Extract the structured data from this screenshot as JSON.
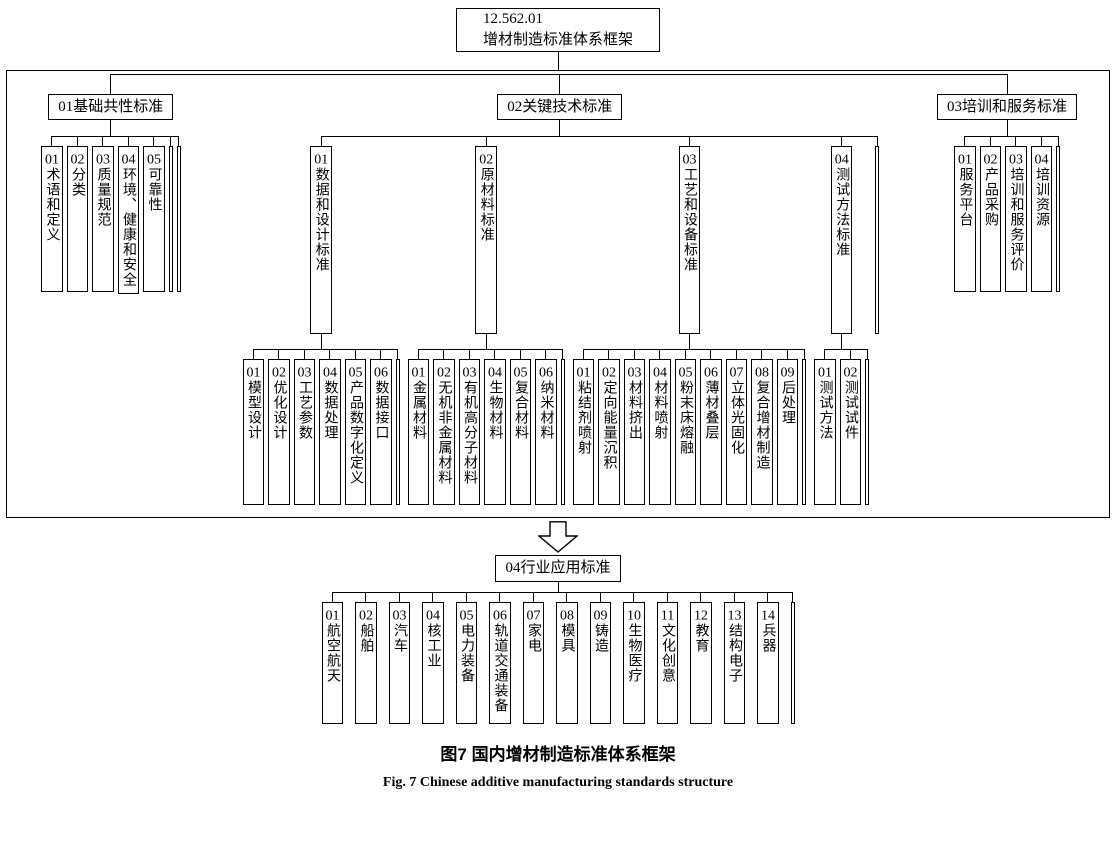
{
  "root": {
    "code": "12.562.01",
    "title": "增材制造标准体系框架"
  },
  "groups": {
    "basic": {
      "label": "01基础共性标准",
      "children": [
        {
          "num": "01",
          "text": "术语和定义"
        },
        {
          "num": "02",
          "text": "分类"
        },
        {
          "num": "03",
          "text": "质量规范"
        },
        {
          "num": "04",
          "text": "环境、健康和安全"
        },
        {
          "num": "05",
          "text": "可靠性"
        },
        {
          "num": "",
          "text": ""
        },
        {
          "num": "",
          "text": ""
        }
      ]
    },
    "key_tech": {
      "label": "02关键技术标准",
      "branches": [
        {
          "num": "01",
          "text": "数据和设计标准",
          "children": [
            {
              "num": "01",
              "text": "模型设计"
            },
            {
              "num": "02",
              "text": "优化设计"
            },
            {
              "num": "03",
              "text": "工艺参数"
            },
            {
              "num": "04",
              "text": "数据处理"
            },
            {
              "num": "05",
              "text": "产品数字化定义"
            },
            {
              "num": "06",
              "text": "数据接口"
            },
            {
              "num": "",
              "text": ""
            }
          ]
        },
        {
          "num": "02",
          "text": "原材料标准",
          "children": [
            {
              "num": "01",
              "text": "金属材料"
            },
            {
              "num": "02",
              "text": "无机非金属材料"
            },
            {
              "num": "03",
              "text": "有机高分子材料"
            },
            {
              "num": "04",
              "text": "生物材料"
            },
            {
              "num": "05",
              "text": "复合材料"
            },
            {
              "num": "06",
              "text": "纳米材料"
            },
            {
              "num": "",
              "text": ""
            }
          ]
        },
        {
          "num": "03",
          "text": "工艺和设备标准",
          "children": [
            {
              "num": "01",
              "text": "粘结剂喷射"
            },
            {
              "num": "02",
              "text": "定向能量沉积"
            },
            {
              "num": "03",
              "text": "材料挤出"
            },
            {
              "num": "04",
              "text": "材料喷射"
            },
            {
              "num": "05",
              "text": "粉末床熔融"
            },
            {
              "num": "06",
              "text": "薄材叠层"
            },
            {
              "num": "07",
              "text": "立体光固化"
            },
            {
              "num": "08",
              "text": "复合增材制造"
            },
            {
              "num": "09",
              "text": "后处理"
            },
            {
              "num": "",
              "text": ""
            }
          ]
        },
        {
          "num": "04",
          "text": "测试方法标准",
          "children": [
            {
              "num": "01",
              "text": "测试方法"
            },
            {
              "num": "02",
              "text": "测试试件"
            },
            {
              "num": "",
              "text": ""
            }
          ]
        },
        {
          "num": "",
          "text": "",
          "children": []
        }
      ]
    },
    "training": {
      "label": "03培训和服务标准",
      "children": [
        {
          "num": "01",
          "text": "服务平台"
        },
        {
          "num": "02",
          "text": "产品采购"
        },
        {
          "num": "03",
          "text": "培训和服务评价"
        },
        {
          "num": "04",
          "text": "培训资源"
        },
        {
          "num": "",
          "text": ""
        }
      ]
    },
    "industry": {
      "label": "04行业应用标准",
      "children": [
        {
          "num": "01",
          "text": "航空航天"
        },
        {
          "num": "02",
          "text": "船舶"
        },
        {
          "num": "03",
          "text": "汽车"
        },
        {
          "num": "04",
          "text": "核工业"
        },
        {
          "num": "05",
          "text": "电力装备"
        },
        {
          "num": "06",
          "text": "轨道交通装备"
        },
        {
          "num": "07",
          "text": "家电"
        },
        {
          "num": "08",
          "text": "模具"
        },
        {
          "num": "09",
          "text": "铸造"
        },
        {
          "num": "10",
          "text": "生物医疗"
        },
        {
          "num": "11",
          "text": "文化创意"
        },
        {
          "num": "12",
          "text": "教育"
        },
        {
          "num": "13",
          "text": "结构电子"
        },
        {
          "num": "14",
          "text": "兵器"
        },
        {
          "num": "",
          "text": ""
        }
      ]
    }
  },
  "caption": {
    "zh": "图7  国内增材制造标准体系框架",
    "en": "Fig. 7  Chinese additive manufacturing standards structure"
  }
}
